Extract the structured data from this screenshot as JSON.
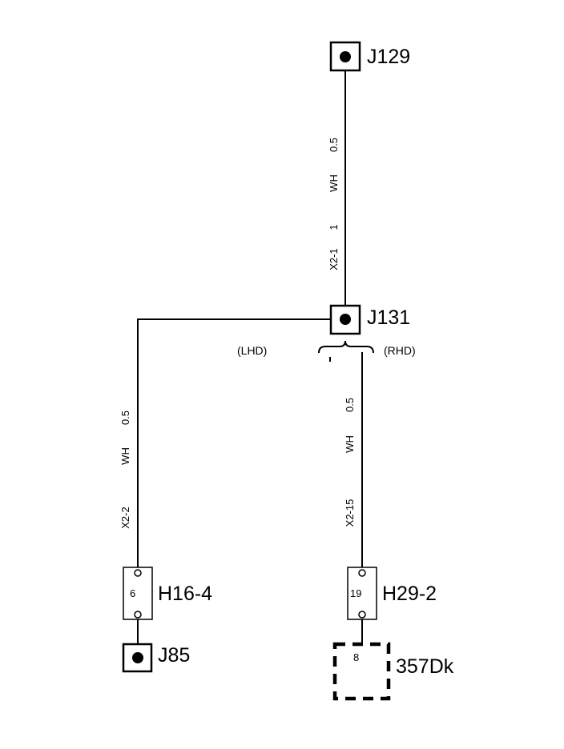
{
  "connectors": {
    "j129": "J129",
    "j131": "J131",
    "j85": "J85",
    "h16": "H16-4",
    "h29": "H29-2",
    "dk": "357Dk"
  },
  "pins": {
    "h16": "6",
    "h29": "19",
    "dk": "8"
  },
  "variants": {
    "lhd": "(LHD)",
    "rhd": "(RHD)"
  },
  "wires": {
    "top": {
      "size": "0.5",
      "color": "WH",
      "pin": "1",
      "id": "X2-1"
    },
    "left": {
      "size": "0.5",
      "color": "WH",
      "id": "X2-2"
    },
    "right": {
      "size": "0.5",
      "color": "WH",
      "id": "X2-15"
    }
  }
}
